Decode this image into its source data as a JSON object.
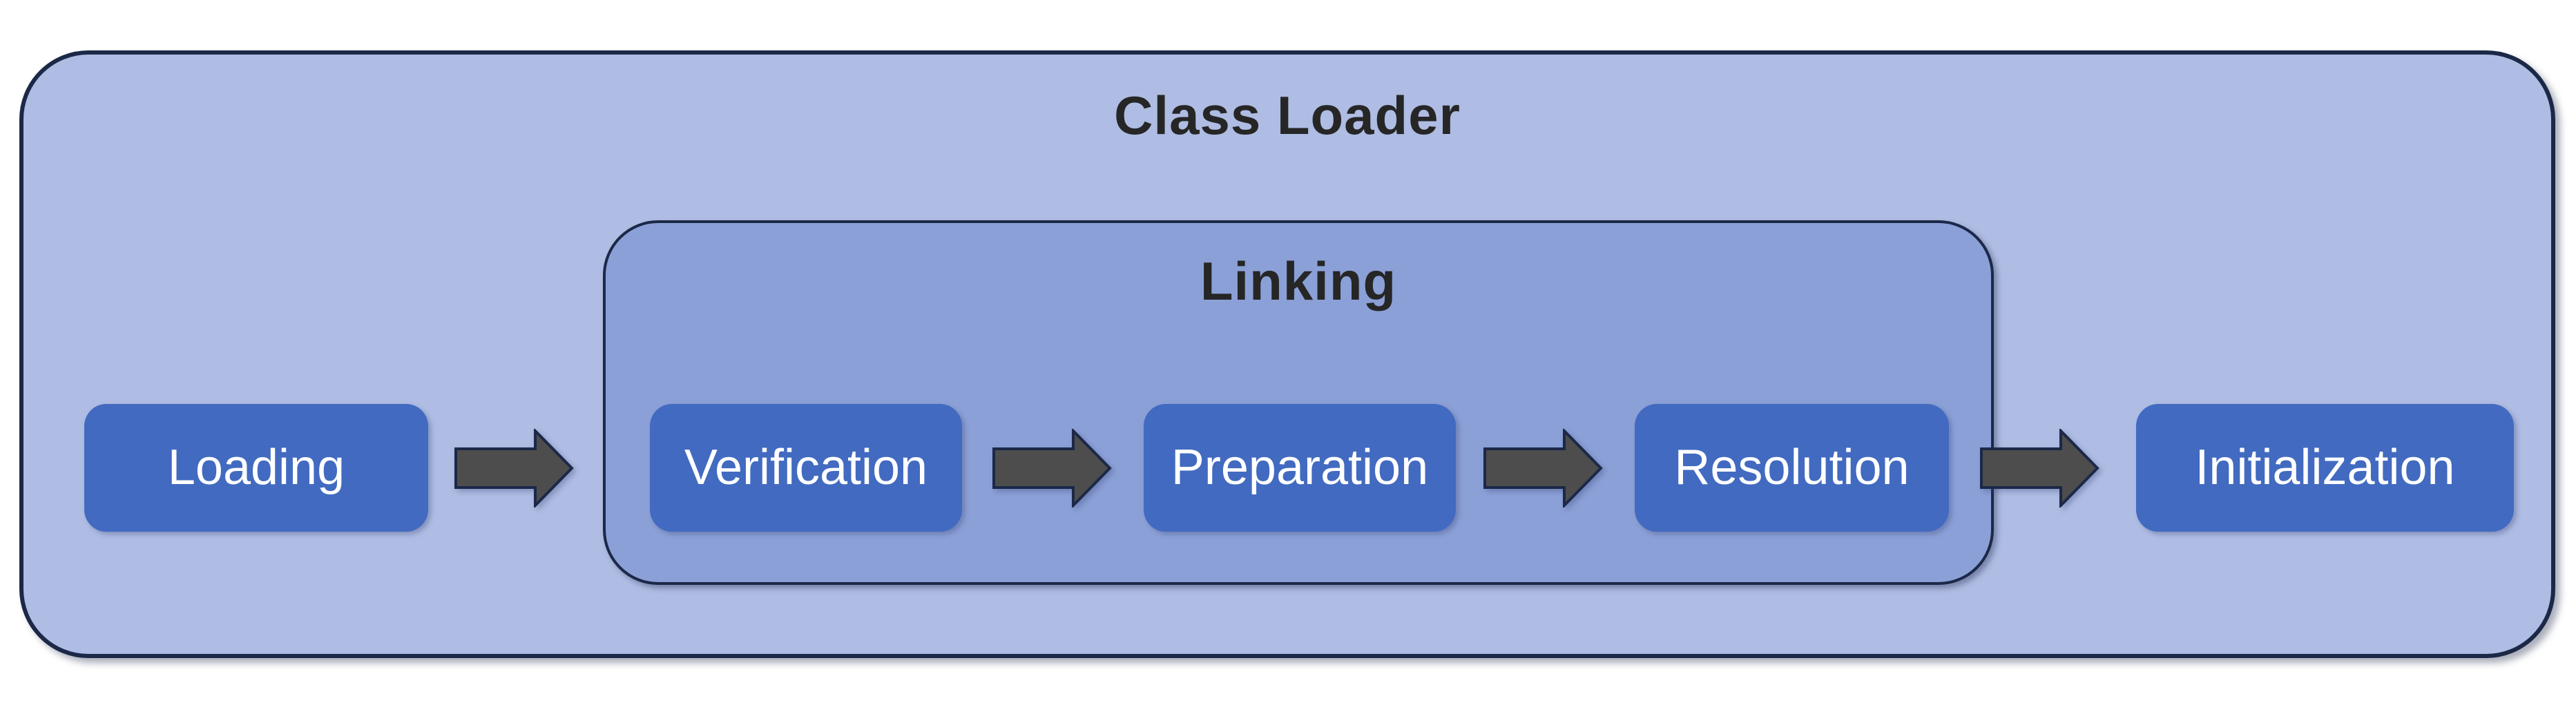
{
  "diagram": {
    "title": "Class Loader",
    "linking_group": {
      "label": "Linking",
      "stages": [
        "Verification",
        "Preparation",
        "Resolution"
      ]
    },
    "stages": [
      {
        "label": "Loading",
        "inside_linking": false
      },
      {
        "label": "Verification",
        "inside_linking": true
      },
      {
        "label": "Preparation",
        "inside_linking": true
      },
      {
        "label": "Resolution",
        "inside_linking": true
      },
      {
        "label": "Initialization",
        "inside_linking": false
      }
    ],
    "flow": "Loading -> Verification -> Preparation -> Resolution -> Initialization",
    "arrow_count": 4,
    "colors": {
      "canvas_background": "#ffffff",
      "outer_fill": "#afbce3",
      "linking_fill": "#8ba0d7",
      "stage_fill": "#426ac0",
      "stage_text": "#ffffff",
      "title_text": "#262626",
      "border_navy": "#1b2847",
      "arrow_fill": "#4d4d4d"
    }
  }
}
